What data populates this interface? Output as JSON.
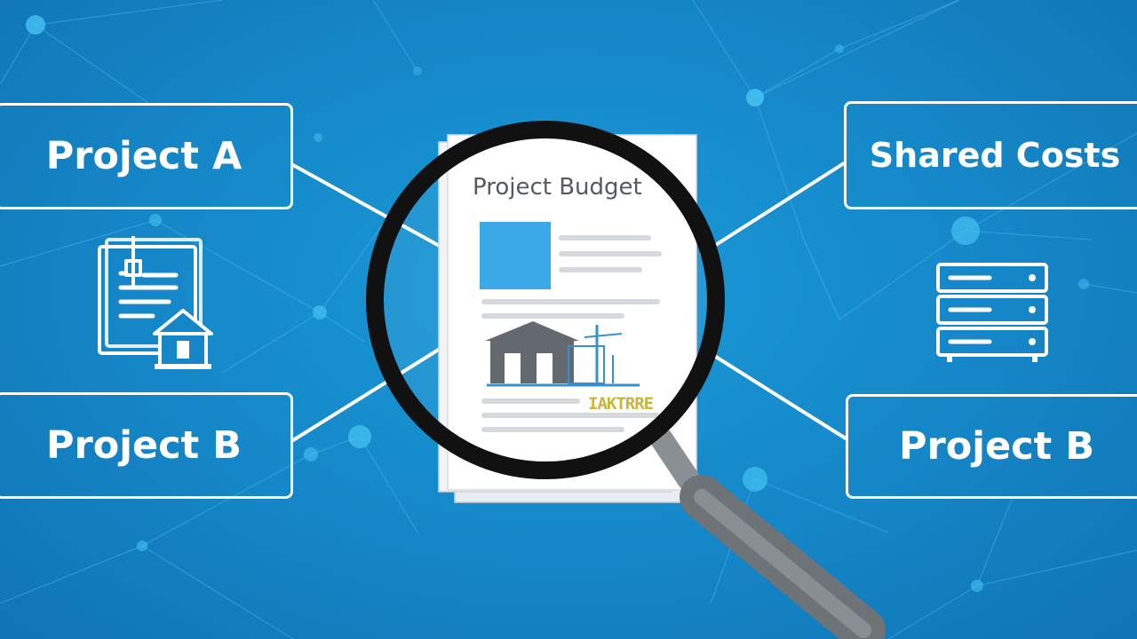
{
  "left_panel": {
    "top_label": "Project A",
    "bottom_label": "Project B",
    "icon": "document-house-icon"
  },
  "right_panel": {
    "top_label": "Shared Costs",
    "bottom_label": "Project B",
    "icon": "server-rack-icon"
  },
  "center": {
    "document_title": "Project Budget",
    "document_code": "IAKTRRE",
    "icon": "magnifying-glass-icon"
  },
  "colors": {
    "background": "#1586c7",
    "line": "#ffffff",
    "accent_square": "#2fa3e6",
    "loupe_rim": "#111111",
    "handle": "#7a7e83"
  }
}
